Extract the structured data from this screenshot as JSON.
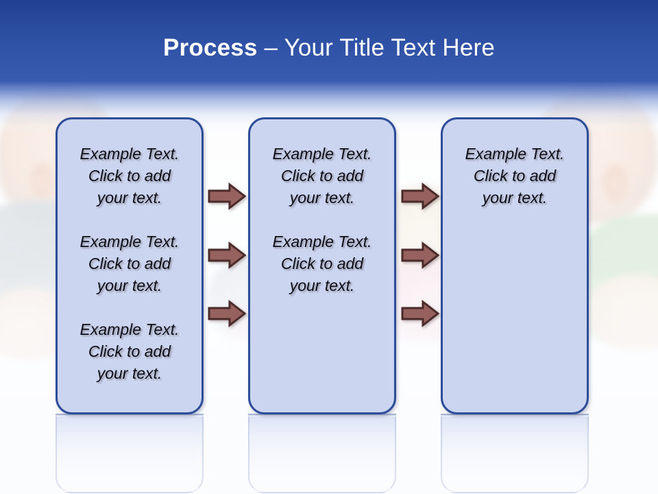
{
  "slide": {
    "title": {
      "bold_part": "Process",
      "dash": " – ",
      "rest": "Your Title Text Here"
    },
    "theme": {
      "header_blue": "#2b4da0",
      "box_fill": "#ccd5f0",
      "box_border": "#2d4d99",
      "arrow_fill": "#96615f",
      "arrow_outline": "#4a2b2a",
      "title_color": "#ffffff",
      "body_text_color": "#0d0d16",
      "slide_background": "#fbfcfe"
    },
    "columns": [
      {
        "name": "column-1",
        "blocks": [
          "Example Text.\nClick  to add\nyour text.",
          "Example Text.\nClick  to add\nyour text.",
          "Example Text.\nClick  to add\nyour text."
        ]
      },
      {
        "name": "column-2",
        "blocks": [
          "Example Text.\nClick  to add\nyour text.",
          "Example Text.\nClick  to add\nyour text."
        ]
      },
      {
        "name": "column-3",
        "blocks": [
          "Example Text.\nClick  to add\nyour text."
        ]
      }
    ],
    "arrows": {
      "icon": "arrow-right-icon",
      "group_1": {
        "count": 3,
        "direction": "right"
      },
      "group_2": {
        "count": 3,
        "direction": "right"
      }
    },
    "background": {
      "description": "faded photograph of children",
      "elements": [
        "child-left",
        "child-middle",
        "child-right"
      ]
    }
  }
}
